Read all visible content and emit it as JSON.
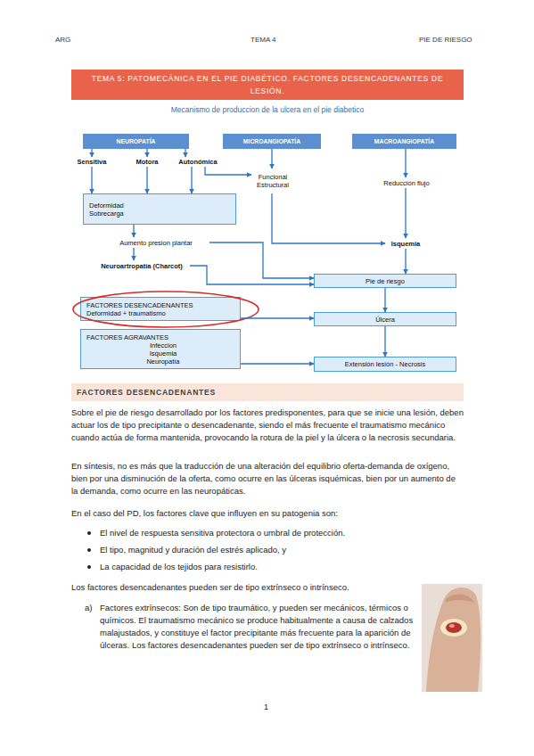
{
  "diagram": {
    "title": "TEMA 5: PATOMECÁNICA EN EL PIE DIABÉTICO. FACTORES DESENCADENANTES DE LESIÓN.",
    "nodes": [
      {
        "text": [
          "NEUROPATÍA"
        ]
      },
      {
        "text": [
          "MICROANGIOPATÍA"
        ]
      },
      {
        "text": [
          "MACROANGIOPATÍA"
        ]
      },
      {
        "text": [
          "Sensitiva"
        ]
      },
      {
        "text": [
          "Motora"
        ]
      },
      {
        "text": [
          "Autonómica"
        ]
      },
      {
        "text": [
          "Funcional",
          "Estructural"
        ]
      },
      {
        "text": [
          "Reducción flujo"
        ]
      },
      {
        "text": [
          "Deformidad",
          "Sobrecarga"
        ]
      },
      {
        "text": [
          "Aumento presion plantar"
        ]
      },
      {
        "text": [
          "Isquemia"
        ]
      },
      {
        "text": [
          "Neuroartropatía (Charcot)"
        ]
      },
      {
        "text": [
          "Pie de riesgo"
        ]
      },
      {
        "text": [
          "FACTORES DESENCADENANTES",
          "Deformidad + traumatismo"
        ]
      },
      {
        "text": [
          "Úlcera"
        ]
      },
      {
        "text": [
          "FACTORES AGRAVANTES",
          "Infeccion",
          "Isquemia",
          "Neuropatía"
        ]
      },
      {
        "text": [
          "Extensión lesión - Necrosis"
        ]
      }
    ],
    "edges": [
      {
        "from": 0,
        "to": 3,
        "arrow": "to"
      },
      {
        "from": 0,
        "to": 4,
        "arrow": "to"
      },
      {
        "from": 0,
        "to": 5,
        "arrow": "to"
      },
      {
        "from": 1,
        "to": 6,
        "arrow": "to"
      },
      {
        "from": 2,
        "to": 7,
        "arrow": "to"
      },
      {
        "from": 3,
        "to": 8,
        "arrow": "to"
      },
      {
        "from": 4,
        "to": 8,
        "arrow": "to"
      },
      {
        "from": 5,
        "to": 8,
        "arrow": "to"
      },
      {
        "from": 5,
        "to": 6,
        "arrow": "to"
      },
      {
        "from": 7,
        "to": 10,
        "arrow": "to"
      },
      {
        "from": 6,
        "to": 10,
        "arrow": "to"
      },
      {
        "from": 8,
        "to": 9,
        "arrow": "to"
      },
      {
        "from": 9,
        "to": 11,
        "arrow": "to"
      },
      {
        "from": 9,
        "to": 12,
        "arrow": "to"
      },
      {
        "from": 11,
        "to": 12,
        "arrow": "to"
      },
      {
        "from": 10,
        "to": 12,
        "arrow": "to"
      },
      {
        "from": 12,
        "to": 14,
        "arrow": "to"
      },
      {
        "from": 13,
        "to": 14,
        "arrow": "to"
      },
      {
        "from": 14,
        "to": 16,
        "arrow": "to"
      },
      {
        "from": 15,
        "to": 16,
        "arrow": "to"
      }
    ],
    "labels": [
      "ARG",
      "TEMA 4",
      "PIE DE RIESGO",
      "Mecanismo de produccion de la ulcera en el pie diabetico",
      "FACTORES DESENCADENANTES",
      "Sobre el pie de riesgo desarrollado por los factores predisponentes, para que se inicie una lesión, deben actuar los de tipo precipitante o desencadenante, siendo el más frecuente el traumatismo mecánico cuando actúa de forma mantenida, provocando la rotura de la piel y la úlcera o la necrosis secundaria.",
      "En síntesis, no es más que la traducción de una alteración del equilibrio oferta-demanda de oxígeno, bien por una disminución de la oferta, como ocurre en las úlceras isquémicas, bien por un aumento de la demanda, como ocurre en las neuropáticas.",
      "En el caso del PD, los factores clave que influyen en su patogenia son:",
      "El nivel de respuesta sensitiva protectora o umbral de protección.",
      "El tipo, magnitud y duración del estrés aplicado, y",
      "La capacidad de los tejidos para resistirlo.",
      "Los factores desencadenantes pueden ser de tipo extrínseco o intrínseco.",
      "a)",
      "Factores extrínsecos: Son de tipo traumático, y pueden ser mecánicos, térmicos o químicos. El traumatismo mecánico se produce habitualmente a causa de calzados malajustados, y constituye el factor precipitante más frecuente para la aparición de úlceras. Los factores desencadenantes pueden ser de tipo extrínseco o intrínseco.",
      "1"
    ]
  }
}
